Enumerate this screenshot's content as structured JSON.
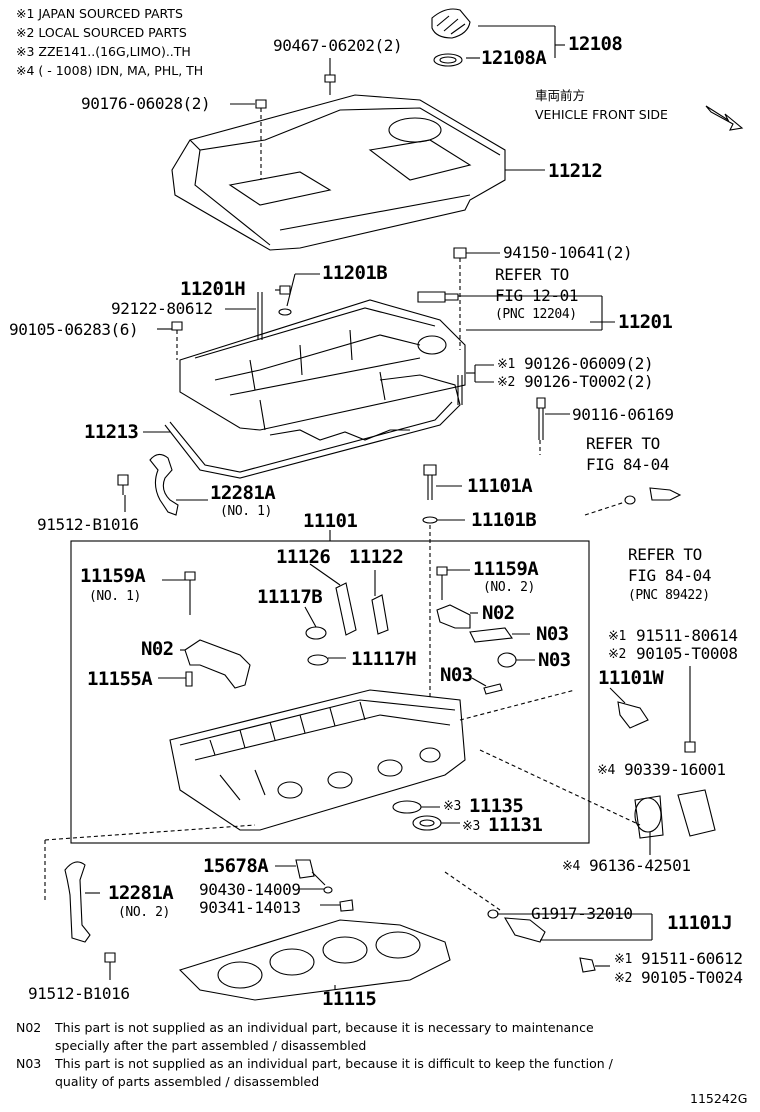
{
  "header_notes": [
    "※1 JAPAN SOURCED PARTS",
    "※2 LOCAL SOURCED PARTS",
    "※3 ZZE141..(16G,LIMO)..TH",
    "※4 (        - 1008) IDN, MA, PHL, TH"
  ],
  "direction": {
    "jp": "車両前方",
    "en": "VEHICLE FRONT SIDE"
  },
  "parts": {
    "p_90467": "90467-06202(2)",
    "p_12108": "12108",
    "p_12108A": "12108A",
    "p_90176": "90176-06028(2)",
    "p_11212": "11212",
    "p_94150": "94150-10641(2)",
    "refer1_a": "REFER TO",
    "refer1_b": "FIG 12-01",
    "refer1_c": "(PNC 12204)",
    "p_11201H": "11201H",
    "p_11201B": "11201B",
    "p_92122": "92122-80612",
    "p_90105a": "90105-06283(6)",
    "p_11201": "11201",
    "p_90126a": "90126-06009(2)",
    "p_90126b": "90126-T0002(2)",
    "p_90116": "90116-06169",
    "p_11213": "11213",
    "refer2_a": "REFER TO",
    "refer2_b": "FIG 84-04",
    "p_12281A_1": "12281A",
    "p_no1": "(NO. 1)",
    "p_11101A": "11101A",
    "p_91512a": "91512-B1016",
    "p_11101B": "11101B",
    "p_11101": "11101",
    "refer3_a": "REFER TO",
    "refer3_b": "FIG 84-04",
    "refer3_c": "(PNC 89422)",
    "p_11126": "11126",
    "p_11122": "11122",
    "p_11159A_1": "11159A",
    "p_no1b": "(NO. 1)",
    "p_11159A_2": "11159A",
    "p_no2": "(NO. 2)",
    "p_11117B": "11117B",
    "p_N02a": "N02",
    "p_N03a": "N03",
    "p_91511a": "91511-80614",
    "p_90105b": "90105-T0008",
    "p_N02b": "N02",
    "p_11117H": "11117H",
    "p_N03b": "N03",
    "p_11155A": "11155A",
    "p_N03c": "N03",
    "p_11101W": "11101W",
    "p_90339": "90339-16001",
    "p_11135": "11135",
    "p_11131": "11131",
    "p_96136": "96136-42501",
    "p_15678A": "15678A",
    "p_12281A_2": "12281A",
    "p_no2b": "(NO. 2)",
    "p_90430": "90430-14009",
    "p_90341": "90341-14013",
    "p_G1917": "G1917-32010",
    "p_11101J": "11101J",
    "p_91511b": "91511-60612",
    "p_90105c": "90105-T0024",
    "p_91512b": "91512-B1016",
    "p_11115": "11115"
  },
  "marks": {
    "m1": "※1",
    "m2": "※2",
    "m3": "※3",
    "m4": "※4"
  },
  "footnotes": [
    {
      "code": "N02",
      "line1": "This part is not supplied as an individual part, because it is necessary to maintenance",
      "line2": "specially after the part assembled / disassembled"
    },
    {
      "code": "N03",
      "line1": "This part is not supplied as an individual part, because it is difficult to keep the function /",
      "line2": "quality of parts  assembled / disassembled"
    }
  ],
  "figure_id": "115242G"
}
